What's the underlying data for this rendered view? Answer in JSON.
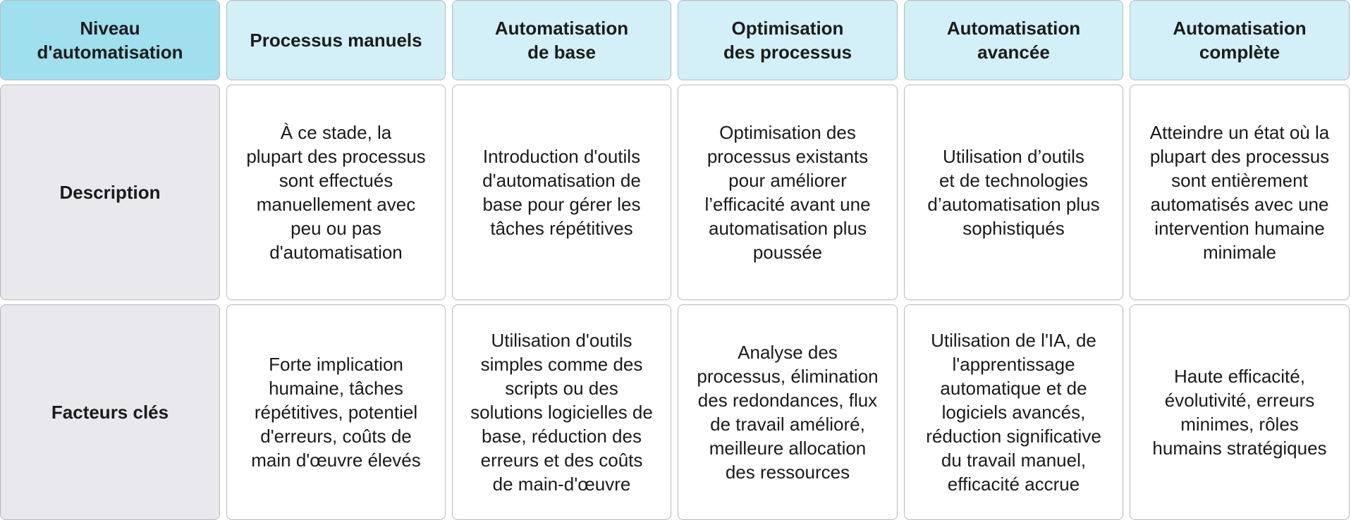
{
  "table": {
    "headers": [
      "Niveau\nd'automatisation",
      "Processus manuels",
      "Automatisation\nde base",
      "Optimisation\ndes processus",
      "Automatisation\navancée",
      "Automatisation\ncomplète"
    ],
    "rows": [
      {
        "label": "Description",
        "cells": [
          "À ce stade, la\nplupart des processus\nsont effectués\nmanuellement avec\npeu ou pas\nd'automatisation",
          "Introduction d'outils\nd'automatisation de\nbase pour gérer les\ntâches répétitives",
          "Optimisation des\nprocessus existants\npour améliorer\nl’efficacité avant une\nautomatisation plus\npoussée",
          "Utilisation d’outils\net de technologies\nd’automatisation plus\nsophistiqués",
          "Atteindre un état où la\nplupart des processus\nsont entièrement\nautomatisés avec une\nintervention humaine\nminimale"
        ]
      },
      {
        "label": "Facteurs clés",
        "cells": [
          "Forte implication\nhumaine, tâches\nrépétitives, potentiel\nd'erreurs, coûts de\nmain d'œuvre élevés",
          "Utilisation d'outils\nsimples comme des\nscripts ou des\nsolutions logicielles de\nbase, réduction des\nerreurs et des coûts\nde main-d'œuvre",
          "Analyse des\nprocessus, élimination\ndes redondances, flux\nde travail amélioré,\nmeilleure allocation\ndes ressources",
          "Utilisation de l'IA, de\nl'apprentissage\nautomatique et de\nlogiciels avancés,\nréduction significative\ndu travail manuel,\nefficacité accrue",
          "Haute efficacité,\névolutivité, erreurs\nminimes, rôles\nhumains stratégiques"
        ]
      }
    ]
  }
}
